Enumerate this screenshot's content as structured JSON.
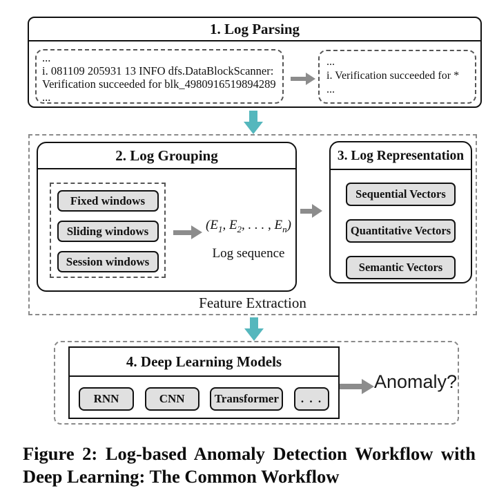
{
  "parsing": {
    "title": "1. Log Parsing",
    "raw": [
      "...",
      "i. 081109 205931 13 INFO dfs.DataBlockScanner:",
      "Verification succeeded for blk_4980916519894289",
      "..."
    ],
    "template": [
      "...",
      "i. Verification succeeded for *",
      "..."
    ]
  },
  "feature_extraction": {
    "label": "Feature Extraction",
    "grouping": {
      "title": "2. Log Grouping",
      "windows": [
        "Fixed windows",
        "Sliding windows",
        "Session windows"
      ],
      "sequence": {
        "p1": "(E",
        "s1": "1",
        "p2": ", E",
        "s2": "2",
        "p3": ", . . . , E",
        "s3": "n",
        "p4": ")",
        "label": "Log sequence"
      }
    },
    "representation": {
      "title": "3. Log Representation",
      "vectors": [
        "Sequential Vectors",
        "Quantitative Vectors",
        "Semantic Vectors"
      ]
    }
  },
  "models": {
    "title": "4. Deep Learning Models",
    "items": [
      "RNN",
      "CNN",
      "Transformer",
      ". . ."
    ],
    "output": "Anomaly?"
  },
  "caption": {
    "line1": "Figure 2: Log-based Anomaly Detection Workflow with",
    "line2": "Deep Learning: The Common Workflow"
  },
  "colors": {
    "teal": "#55b7bd",
    "gray_arrow": "#8c8c8c",
    "button_bg": "#e0e0e0"
  }
}
